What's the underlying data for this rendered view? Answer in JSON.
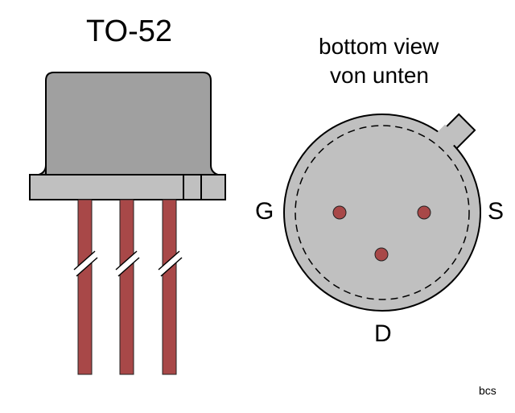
{
  "title": "TO-52",
  "view_label": {
    "line1": "bottom view",
    "line2": "von unten"
  },
  "pins": {
    "gate": "G",
    "source": "S",
    "drain": "D"
  },
  "credit": "bcs",
  "colors": {
    "body": "#a0a0a0",
    "flange": "#c0c0c0",
    "lead": "#a84848",
    "outline": "#000000"
  }
}
